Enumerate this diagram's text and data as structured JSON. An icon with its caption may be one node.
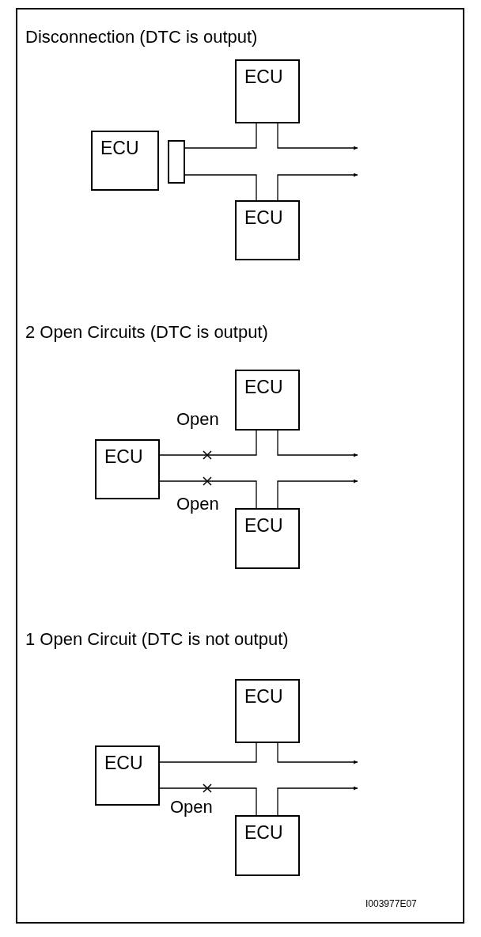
{
  "diagram": {
    "nodes": [
      {
        "text": [
          "ECU"
        ]
      },
      {
        "text": [],
        "shape": "box"
      },
      {
        "text": [
          "ECU"
        ]
      },
      {
        "text": [
          "ECU"
        ]
      },
      {
        "text": [
          "ECU"
        ]
      },
      {
        "text": [
          "ECU"
        ]
      },
      {
        "text": [
          "ECU"
        ]
      },
      {
        "text": [
          "ECU"
        ]
      },
      {
        "text": [
          "ECU"
        ]
      },
      {
        "text": [
          "ECU"
        ]
      }
    ],
    "edges": [
      {
        "from": 1,
        "to": 2,
        "arrow": "none"
      },
      {
        "from": 2,
        "to": null,
        "arrow": "to"
      },
      {
        "from": 1,
        "to": 3,
        "arrow": "none"
      },
      {
        "from": 3,
        "to": null,
        "arrow": "to"
      },
      {
        "from": 4,
        "to": 5,
        "arrow": "none",
        "label": "Open"
      },
      {
        "from": 5,
        "to": null,
        "arrow": "to"
      },
      {
        "from": 4,
        "to": 6,
        "arrow": "none",
        "label": "Open"
      },
      {
        "from": 6,
        "to": null,
        "arrow": "to"
      },
      {
        "from": 7,
        "to": 8,
        "arrow": "none"
      },
      {
        "from": 8,
        "to": null,
        "arrow": "to"
      },
      {
        "from": 7,
        "to": 9,
        "arrow": "none",
        "label": "Open"
      },
      {
        "from": 9,
        "to": null,
        "arrow": "to"
      }
    ],
    "labels": [
      "Disconnection (DTC is output)",
      "2 Open Circuits (DTC is output)",
      "1 Open Circuit (DTC is not output)",
      "I003977E07"
    ]
  }
}
